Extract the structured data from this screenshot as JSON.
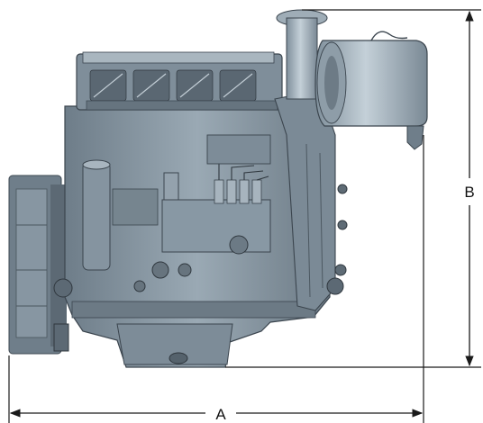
{
  "diagram": {
    "dimensions": [
      {
        "id": "A",
        "label": "A",
        "orientation": "horizontal"
      },
      {
        "id": "B",
        "label": "B",
        "orientation": "vertical"
      }
    ],
    "colors": {
      "engine_body": "#8a9aa7",
      "engine_shadow": "#5d6b76",
      "engine_highlight": "#b9c6cf",
      "line": "#1a1a1a"
    }
  }
}
